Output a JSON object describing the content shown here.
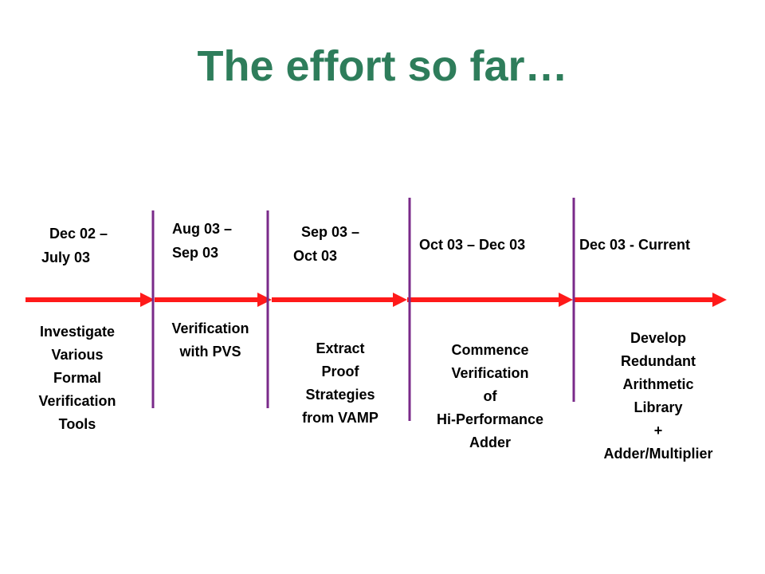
{
  "slide": {
    "title": "The effort so far…"
  },
  "colors": {
    "title": "#2e7d5b",
    "arrow": "#ff1a1a",
    "divider": "#7a2a8a"
  },
  "phases": [
    {
      "date": "  Dec 02 –\nJuly 03",
      "description": "Investigate\nVarious\nFormal\nVerification\nTools"
    },
    {
      "date": "Aug 03 –\nSep 03",
      "description": "Verification\nwith PVS"
    },
    {
      "date": "  Sep 03 –\nOct 03",
      "description": "Extract\nProof\nStrategies\nfrom VAMP"
    },
    {
      "date": "Oct 03 – Dec 03",
      "description": "Commence\nVerification\nof\nHi-Performance\nAdder"
    },
    {
      "date": "Dec 03 - Current",
      "description": "Develop\nRedundant\nArithmetic\nLibrary\n+\nAdder/Multiplier"
    }
  ]
}
